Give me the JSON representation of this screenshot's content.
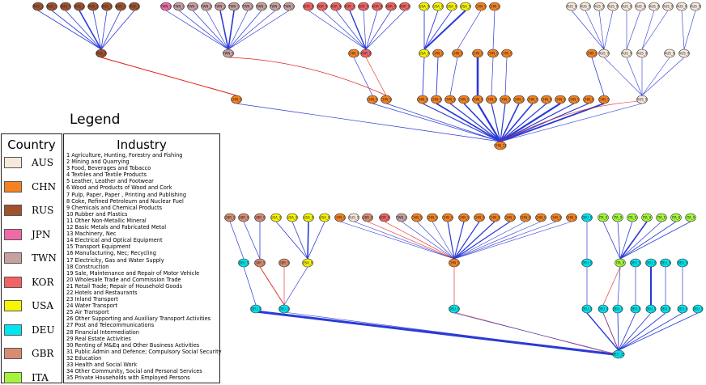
{
  "legend": {
    "title": "Legend",
    "country_title": "Country",
    "industry_title": "Industry",
    "countries": [
      {
        "code": "AUS",
        "color": "#f7e8da"
      },
      {
        "code": "CHN",
        "color": "#f58220"
      },
      {
        "code": "RUS",
        "color": "#a0522d"
      },
      {
        "code": "JPN",
        "color": "#f06aa8"
      },
      {
        "code": "TWN",
        "color": "#c7a1a0"
      },
      {
        "code": "KOR",
        "color": "#f26363"
      },
      {
        "code": "USA",
        "color": "#f7f500"
      },
      {
        "code": "DEU",
        "color": "#00e5ef"
      },
      {
        "code": "GBR",
        "color": "#d88d72"
      },
      {
        "code": "ITA",
        "color": "#a4f53a"
      }
    ],
    "industries": [
      "1 Agriculture, Hunting, Forestry and Fishing",
      "2 Mining and Quarrying",
      "3 Food, Beverages and Tobacco",
      "4 Textiles and Textile Products",
      "5 Leather, Leather and Footwear",
      "6 Wood and Products of Wood and Cork",
      "7 Pulp, Paper, Paper , Printing and Publishing",
      "8 Coke, Refined Petroleum and Nuclear Fuel",
      "9 Chemicals and Chemical Products",
      "10 Rubber and Plastics",
      "11 Other Non-Metallic Mineral",
      "12 Basic Metals and Fabricated Metal",
      "13 Machinery, Nec",
      "14 Electrical and Optical Equipment",
      "15 Transport Equipment",
      "16 Manufacturing, Nec; Recycling",
      "17 Electricity, Gas and Water Supply",
      "18 Construction",
      "19 Sale, Maintenance and Repair of Motor Vehicle",
      "20 Wholesale Trade and Commission Trade",
      "21 Retail Trade; Repair of Household Goods",
      "22 Hotels and Restaurants",
      "23 Inland Transport",
      "24 Water Transport",
      "25 Air Transport",
      "26 Other Supporting and Auxiliary Transport Activities",
      "27 Post and Telecommunications",
      "28 Financial Intermediation",
      "29 Real Estate Activities",
      "30 Renting of M&Eq and Other Business Activities",
      "31 Public Admin and Defence; Compulsory Social Security",
      "32 Education",
      "33 Health and Social Work",
      "34 Other Community, Social and Personal Services",
      "35 Private Households with Employed Persons"
    ]
  },
  "graph": {
    "node_labels": {
      "rus": "RUS_1",
      "rus_root": "RUS_2",
      "twn": "TWN_9",
      "twn_root": "TWN_9",
      "kor": "KOR_9",
      "kor_root": "KOR_9",
      "usa": "USA_9",
      "chn": "CHN_9",
      "aus": "AUS_9",
      "hub_top": "CHN_12",
      "hub_bottom": "DEU_15",
      "deu": "DEU_9",
      "ita": "ITA_9",
      "gbr": "GBR_9"
    },
    "edge_colors": {
      "blue": "#2b3bd6",
      "red": "#e0231b"
    }
  }
}
